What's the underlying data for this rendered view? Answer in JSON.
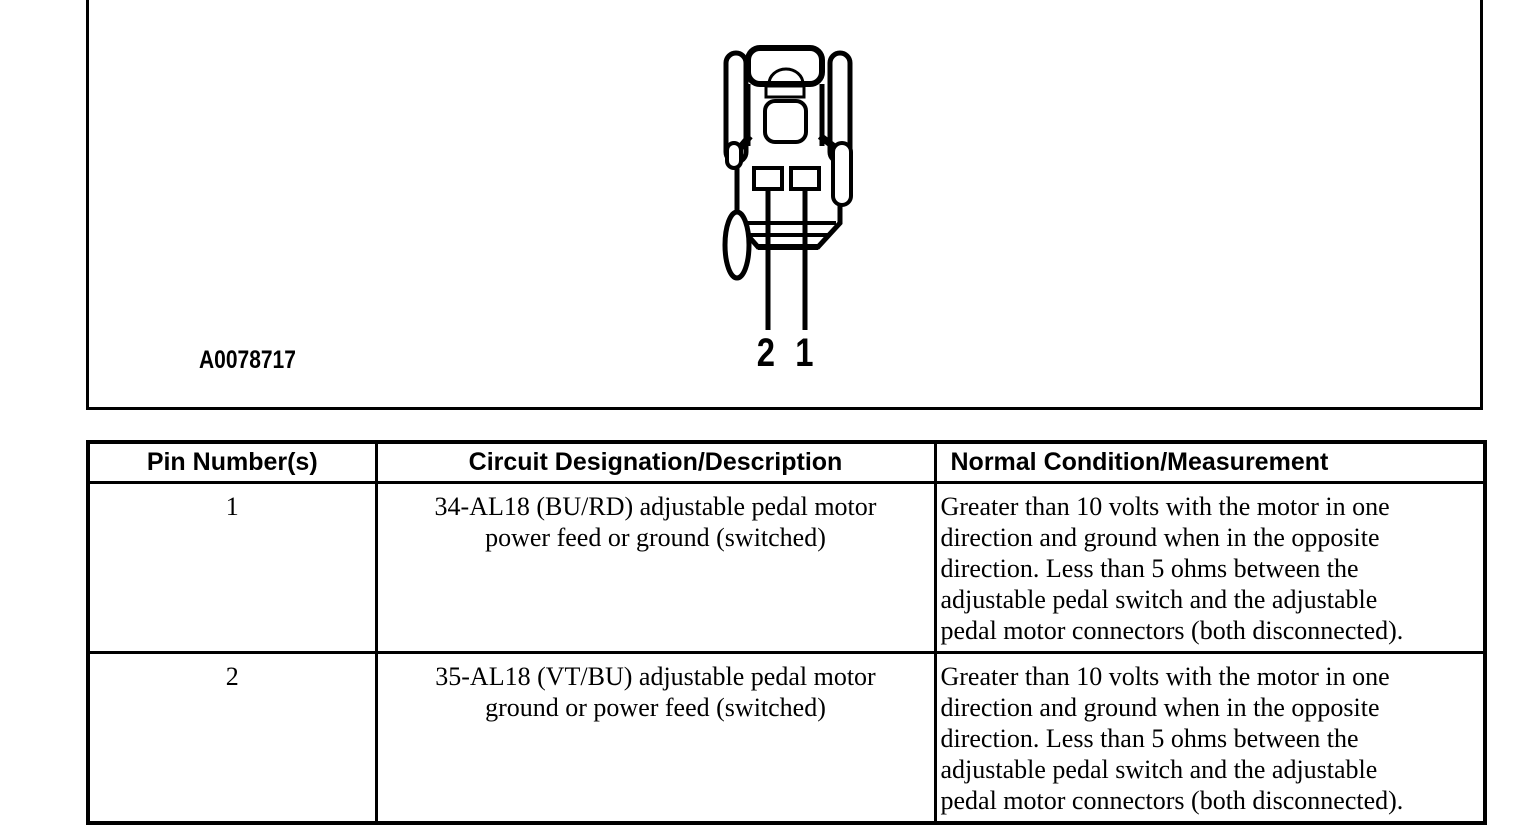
{
  "colors": {
    "ink": "#000000",
    "paper": "#ffffff"
  },
  "figure": {
    "id_label": "A0078717",
    "connector": {
      "pin_labels": [
        "2",
        "1"
      ]
    }
  },
  "table": {
    "headers": [
      "Pin Number(s)",
      "Circuit Designation/Description",
      "Normal Condition/Measurement"
    ],
    "rows": [
      {
        "pin": "1",
        "circuit_lines": [
          "34-AL18 (BU/RD) adjustable pedal motor",
          "power feed or ground (switched)"
        ],
        "condition_lines": [
          "Greater than 10 volts with the motor in one",
          "direction and ground when in the opposite",
          "direction. Less than 5 ohms between the",
          "adjustable pedal switch and the adjustable",
          "pedal motor connectors (both disconnected)."
        ]
      },
      {
        "pin": "2",
        "circuit_lines": [
          "35-AL18 (VT/BU) adjustable pedal motor",
          "ground or power feed (switched)"
        ],
        "condition_lines": [
          "Greater than 10 volts with the motor in one",
          "direction and ground when in the opposite",
          "direction. Less than 5 ohms between the",
          "adjustable pedal switch and the adjustable",
          "pedal motor connectors (both disconnected)."
        ]
      }
    ]
  }
}
